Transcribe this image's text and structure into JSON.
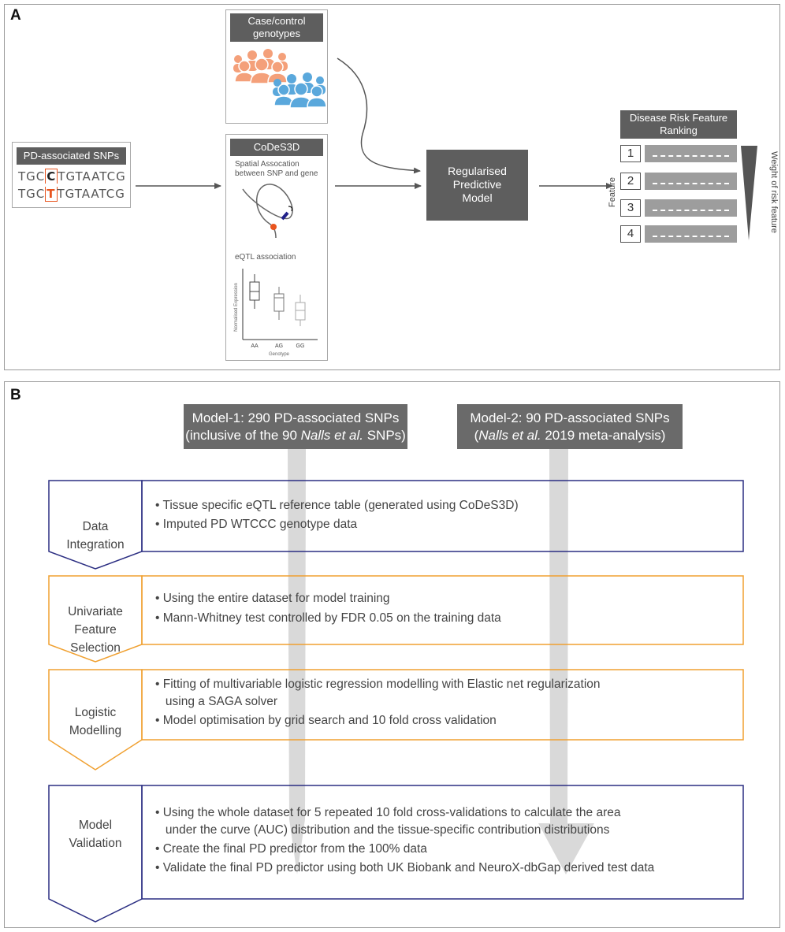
{
  "panel_a": {
    "label": "A",
    "case_control": {
      "title_line1": "Case/control",
      "title_line2": "genotypes"
    },
    "snps": {
      "title": "PD-associated SNPs",
      "seq1_pre": "TGC",
      "seq1_hl": "C",
      "seq1_post": "TGTAATCG",
      "seq2_pre": "TGC",
      "seq2_hl": "T",
      "seq2_post": "TGTAATCG"
    },
    "codes3d": {
      "title": "CoDeS3D",
      "spatial_line1": "Spatial Assocation",
      "spatial_line2": "between SNP and gene",
      "eqtl_title": "eQTL association",
      "ylabel": "Normalised Expression",
      "xlabel": "Genotype",
      "genotypes": [
        "AA",
        "AG",
        "GG"
      ]
    },
    "model": {
      "line1": "Regularised",
      "line2": "Predictive",
      "line3": "Model"
    },
    "ranking": {
      "title_line1": "Disease Risk Feature",
      "title_line2": "Ranking",
      "items": [
        "1",
        "2",
        "3",
        "4"
      ],
      "feature_label": "Feature",
      "weight_label": "Weight of risk feature"
    }
  },
  "panel_b": {
    "label": "B",
    "model1": {
      "line1": "Model-1: 290 PD-associated SNPs",
      "line2_pre": "(inclusive of the 90 ",
      "line2_em": "Nalls et al.",
      "line2_post": " SNPs)"
    },
    "model2": {
      "line1": "Model-2: 90 PD-associated SNPs",
      "line2_pre": "(",
      "line2_em": "Nalls et al.",
      "line2_post": " 2019 meta-analysis)"
    },
    "stages": [
      {
        "label1": "Data",
        "label2": "Integration",
        "label3": "",
        "bullets": [
          "• Tissue specific eQTL reference table (generated using CoDeS3D)",
          "• Imputed PD WTCCC genotype data"
        ]
      },
      {
        "label1": "Univariate",
        "label2": "Feature",
        "label3": "Selection",
        "bullets": [
          "• Using the entire dataset for model training",
          "• Mann-Whitney test controlled by FDR 0.05 on the training data"
        ]
      },
      {
        "label1": "Logistic",
        "label2": "Modelling",
        "label3": "",
        "bullets": [
          "• Fitting of multivariable logistic regression modelling with Elastic net regularization",
          "   using a SAGA solver",
          "• Model optimisation by grid search and 10 fold cross validation"
        ]
      },
      {
        "label1": "Model",
        "label2": "Validation",
        "label3": "",
        "bullets": [
          "• Using the whole dataset for 5 repeated 10 fold cross-validations to calculate the area",
          "   under the curve (AUC) distribution and the tissue-specific contribution distributions",
          "• Create the final PD predictor from the 100% data",
          "• Validate the final PD predictor using both UK Biobank and NeuroX-dbGap derived test data"
        ]
      }
    ]
  },
  "colors": {
    "orange": "#f0a030",
    "navy": "#2b2e82",
    "header_gray": "#5e5e5e",
    "people_orange": "#f4a07a",
    "people_blue": "#5aa8dc",
    "highlight": "#e8541e"
  }
}
